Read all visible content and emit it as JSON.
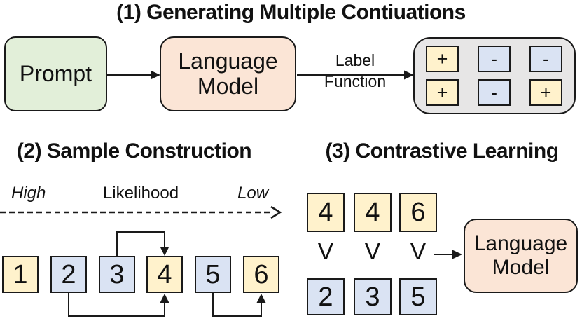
{
  "colors": {
    "green": "#E2EFD9",
    "peach": "#FBE5D6",
    "yellow": "#FFF2CC",
    "blue": "#DAE3F3",
    "gray": "#E7E6E6",
    "line": "#1a1a1a",
    "text": "#111111"
  },
  "section1": {
    "title": "(1) Generating Multiple Contiuations",
    "prompt_label": "Prompt",
    "language_model_label": "Language Model",
    "arrow_caption": "Label Function",
    "grid": {
      "rows": [
        [
          {
            "v": "+",
            "t": "yellow"
          },
          {
            "v": "-",
            "t": "blue"
          },
          {
            "v": "-",
            "t": "blue"
          }
        ],
        [
          {
            "v": "+",
            "t": "yellow"
          },
          {
            "v": "-",
            "t": "blue"
          },
          {
            "v": "+",
            "t": "yellow"
          }
        ]
      ]
    }
  },
  "section2": {
    "title": "(2) Sample Construction",
    "axis_high": "High",
    "axis_mid": "Likelihood",
    "axis_low": "Low",
    "boxes": [
      {
        "label": "1",
        "type": "yellow"
      },
      {
        "label": "2",
        "type": "blue"
      },
      {
        "label": "3",
        "type": "blue"
      },
      {
        "label": "4",
        "type": "yellow"
      },
      {
        "label": "5",
        "type": "blue"
      },
      {
        "label": "6",
        "type": "yellow"
      }
    ]
  },
  "section3": {
    "title": "(3) Contrastive Learning",
    "top_boxes": [
      {
        "v": "4",
        "t": "yellow"
      },
      {
        "v": "4",
        "t": "yellow"
      },
      {
        "v": "6",
        "t": "yellow"
      }
    ],
    "preference_symbol": "V",
    "bottom_boxes": [
      {
        "v": "2",
        "t": "blue"
      },
      {
        "v": "3",
        "t": "blue"
      },
      {
        "v": "5",
        "t": "blue"
      }
    ],
    "language_model_label": "Language Model"
  }
}
